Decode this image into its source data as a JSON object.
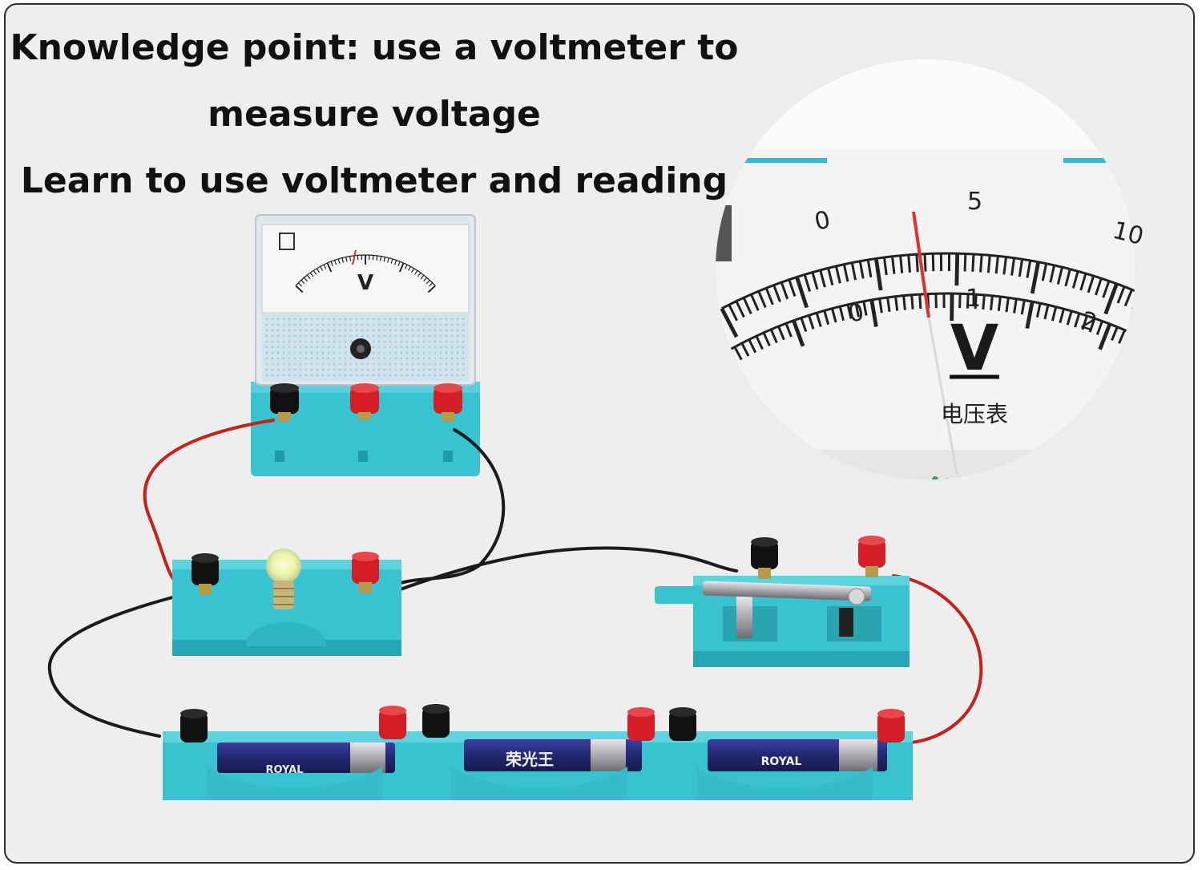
{
  "caption": {
    "line1": "Knowledge point: use a voltmeter to",
    "line2": "measure voltage",
    "line3": "Learn to use voltmeter and reading"
  },
  "zoom_meter": {
    "unit_symbol": "V",
    "meter_label": "电压表",
    "outer_scale": [
      "0",
      "5",
      "10"
    ],
    "inner_scale": [
      "0",
      "1",
      "2"
    ]
  },
  "small_meter": {
    "unit_symbol": "V"
  },
  "battery_labels": {
    "b1": "ROYAL",
    "b2": "荣光王",
    "b3": "ROYAL"
  },
  "colors": {
    "base_blue": "#39c2cf",
    "base_blue_dark": "#1f9aa8",
    "wire_red": "#c6221c",
    "wire_black": "#1b1b1b",
    "terminal_red": "#d41d25",
    "terminal_black": "#111111",
    "scale_accent": "#33b8d6"
  }
}
